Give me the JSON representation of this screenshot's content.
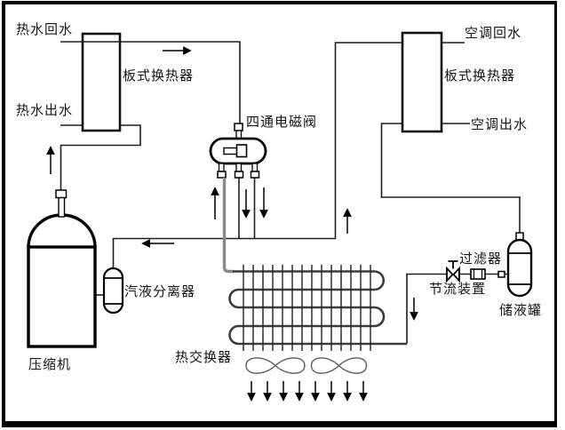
{
  "diagram": {
    "type": "heat-pump-air-conditioning-system-schematic",
    "labels": {
      "hot_water_return": "热水回水",
      "hot_water_out": "热水出水",
      "plate_hx_left": "板式换热器",
      "plate_hx_right": "板式换热器",
      "four_way_valve": "四通电磁阀",
      "ac_return": "空调回水",
      "ac_out": "空调出水",
      "compressor": "压缩机",
      "vapor_liquid_separator": "汽液分离器",
      "heat_exchanger": "热交换器",
      "filter": "过滤器",
      "throttle_device": "节流装置",
      "liquid_receiver": "储液罐"
    },
    "icons": [
      "plate-heat-exchanger-symbol",
      "four-way-solenoid-valve-symbol",
      "compressor-symbol",
      "vapor-liquid-separator-symbol",
      "finned-coil-heat-exchanger-symbol",
      "fan-symbol",
      "filter-symbol",
      "throttle-valve-symbol",
      "liquid-receiver-symbol",
      "flow-arrow"
    ],
    "colors": {
      "line": "#1a1a1a",
      "thick_symbol_line": "#000000",
      "supply_line_gray": "#8a8a8a",
      "coil_tube": "#3c3c3c",
      "fan_line": "#666666",
      "frame": "#000000",
      "background": "#ffffff"
    }
  }
}
